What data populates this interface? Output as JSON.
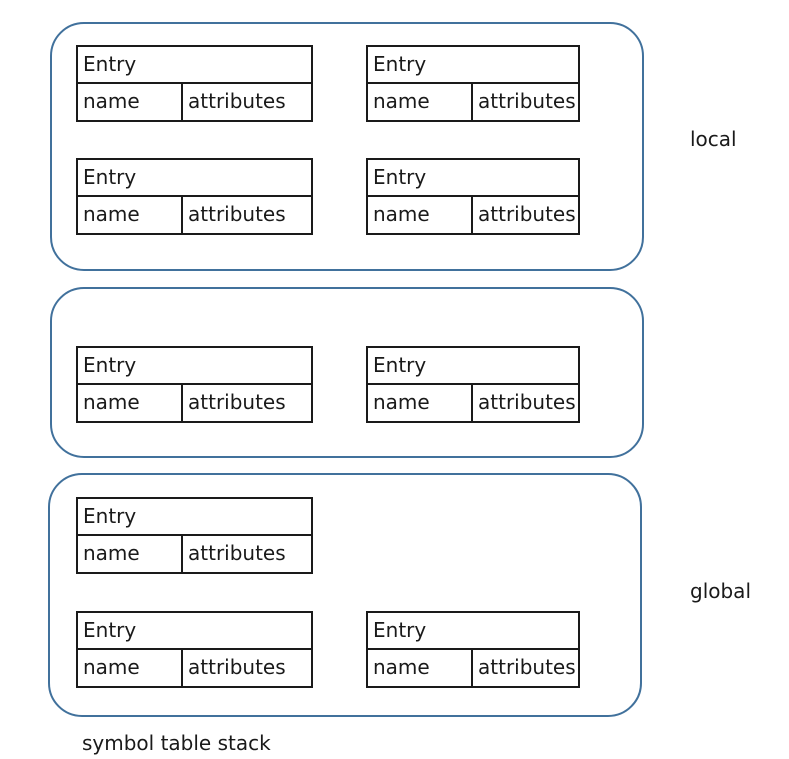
{
  "labels": {
    "local": "local",
    "global": "global",
    "caption": "symbol table stack"
  },
  "entry": {
    "header": "Entry",
    "name": "name",
    "attributes": "attributes"
  },
  "colors": {
    "scope_border": "#41719c",
    "entry_border": "#1a1a1a"
  }
}
